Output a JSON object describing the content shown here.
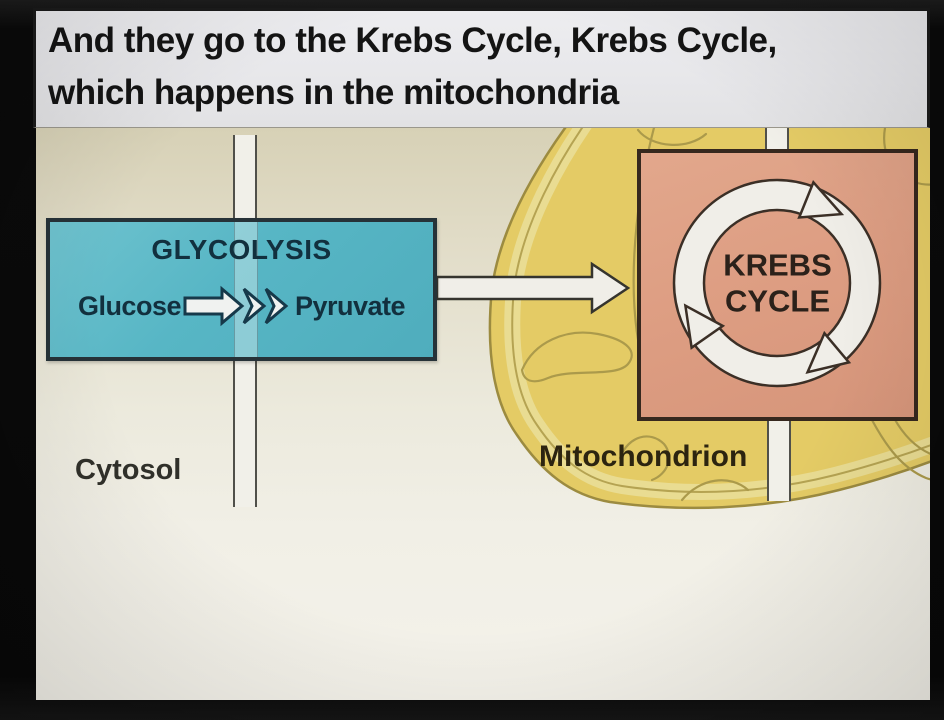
{
  "video_caption": {
    "line1": "And they go to the Krebs Cycle, Krebs Cycle,",
    "line2": "which happens in the mitochondria"
  },
  "diagram": {
    "glycolysis_box": {
      "title": "GLYCOLYSIS",
      "input": "Glucose",
      "output": "Pyruvate"
    },
    "krebs_box": {
      "title_line1": "KREBS",
      "title_line2": "CYCLE"
    },
    "region_labels": {
      "cytosol": "Cytosol",
      "mitochondrion": "Mitochondrion"
    }
  },
  "colors": {
    "frame_black": "#0a0a0a",
    "caption_background": "#e9e9ec",
    "caption_text": "#141414",
    "cytosol_cream": "#ece9dc",
    "glycolysis_teal": "#57b6c5",
    "glycolysis_text": "#12303e",
    "krebs_salmon": "#dd9d82",
    "krebs_text": "#2b211a",
    "mitochondrion_yellow": "#e4cb65",
    "membrane_line": "#9c8b40",
    "arrow_white": "#f0eee8",
    "arrow_outline": "#35342e"
  }
}
